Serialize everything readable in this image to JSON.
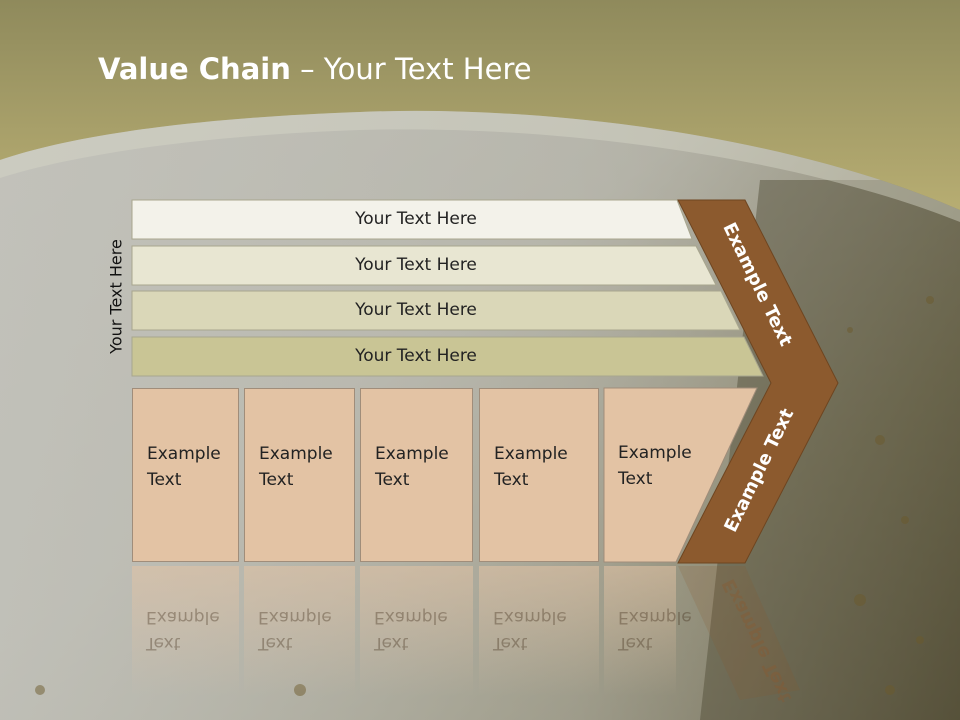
{
  "title": {
    "bold": "Value Chain",
    "rest": " – Your Text Here"
  },
  "side_label": "Your Text Here",
  "rows": [
    {
      "label": "Your Text Here"
    },
    {
      "label": "Your Text Here"
    },
    {
      "label": "Your Text Here"
    },
    {
      "label": "Your Text Here"
    }
  ],
  "boxes": [
    {
      "line1": "Example",
      "line2": "Text"
    },
    {
      "line1": "Example",
      "line2": "Text"
    },
    {
      "line1": "Example",
      "line2": "Text"
    },
    {
      "line1": "Example",
      "line2": "Text"
    },
    {
      "line1": "Example",
      "line2": "Text"
    }
  ],
  "chevron": {
    "upper": "Example Text",
    "lower": "Example Text"
  },
  "colors": {
    "header": "#a9a069",
    "chevron": "#8c5a2e",
    "box": "#e3c3a4",
    "row_light": "#f3f2ea",
    "row_dark": "#c9c595"
  }
}
